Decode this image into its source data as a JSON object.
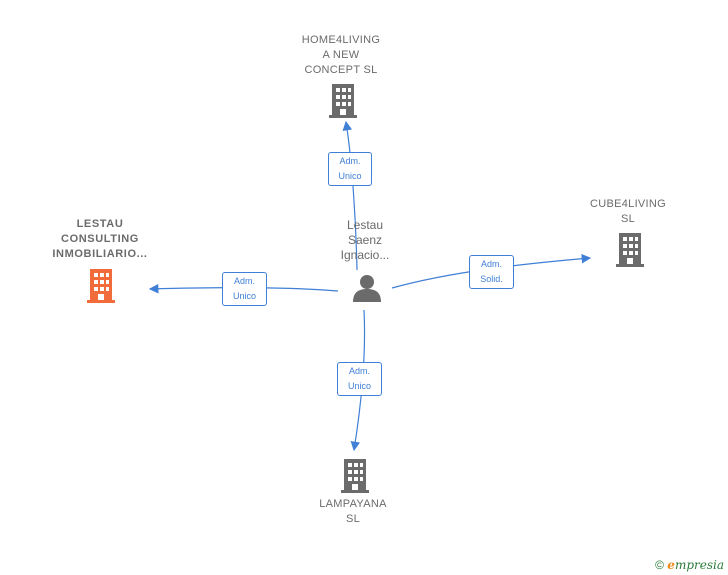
{
  "center": {
    "label": "Lestau\nSaenz\nIgnacio..."
  },
  "nodes": {
    "top": {
      "label": "HOME4LIVING\nA NEW\nCONCEPT  SL"
    },
    "left": {
      "label": "LESTAU\nCONSULTING\nINMOBILIARIO..."
    },
    "right": {
      "label": "CUBE4LIVING\nSL"
    },
    "bottom": {
      "label": "LAMPAYANA\nSL"
    }
  },
  "edges": {
    "top": {
      "label": "Adm.\nUnico"
    },
    "left": {
      "label": "Adm.\nUnico"
    },
    "right": {
      "label": "Adm.\nSolid."
    },
    "bottom": {
      "label": "Adm.\nUnico"
    }
  },
  "colors": {
    "accent": "#3f7fd6",
    "highlight": "#f26b3a",
    "building": "#6b6b6b",
    "text": "#6b6b6b"
  },
  "footer": {
    "copyright": "©",
    "brand_initial": "e",
    "brand_rest": "mpresia"
  }
}
